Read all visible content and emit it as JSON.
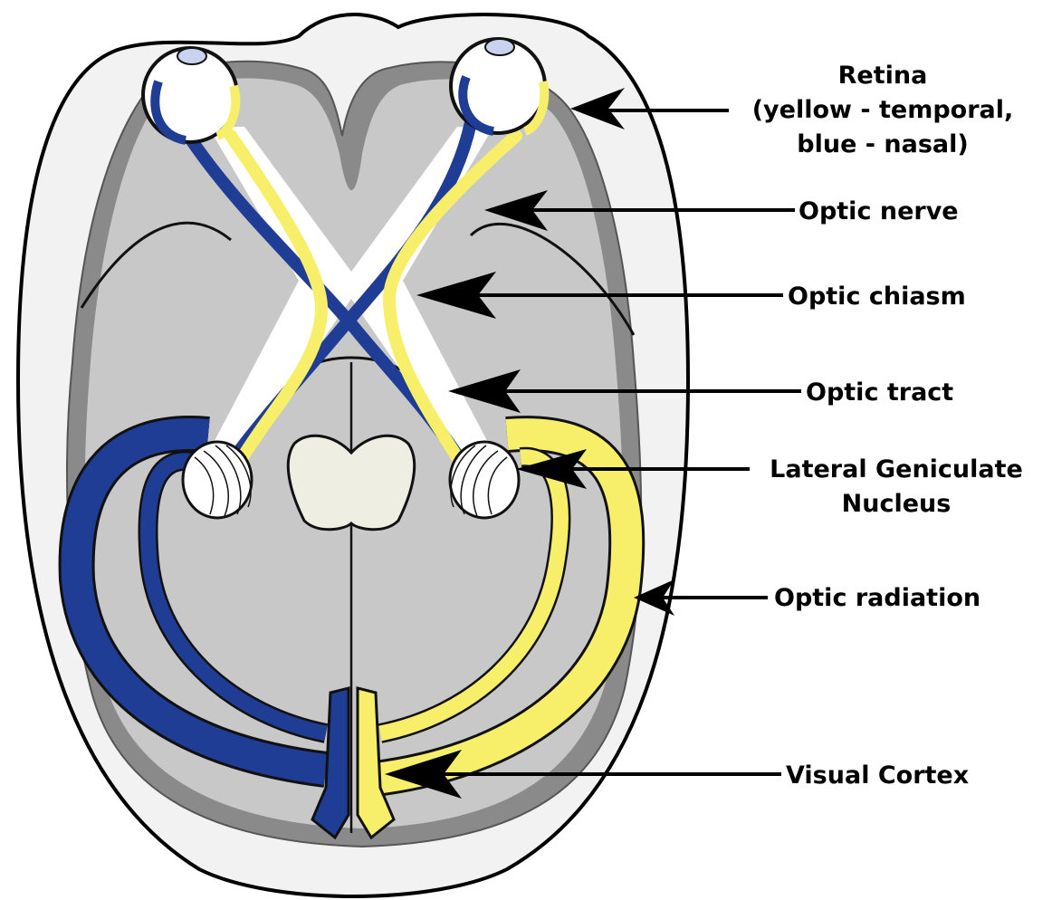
{
  "labels": {
    "retina_line1": "Retina",
    "retina_line2": "(yellow - temporal,",
    "retina_line3": "blue - nasal)",
    "optic_nerve": "Optic nerve",
    "optic_chiasm": "Optic chiasm",
    "optic_tract": "Optic tract",
    "lgn_line1": "Lateral Geniculate",
    "lgn_line2": "Nucleus",
    "optic_radiation": "Optic radiation",
    "visual_cortex": "Visual Cortex"
  },
  "colors": {
    "temporal_yellow": "#f7ef6a",
    "nasal_blue": "#1f3d94",
    "brain_gray": "#c8c8c8",
    "cortex_dark_gray": "#8a8a8a",
    "skull_light": "#f2f2f2"
  }
}
